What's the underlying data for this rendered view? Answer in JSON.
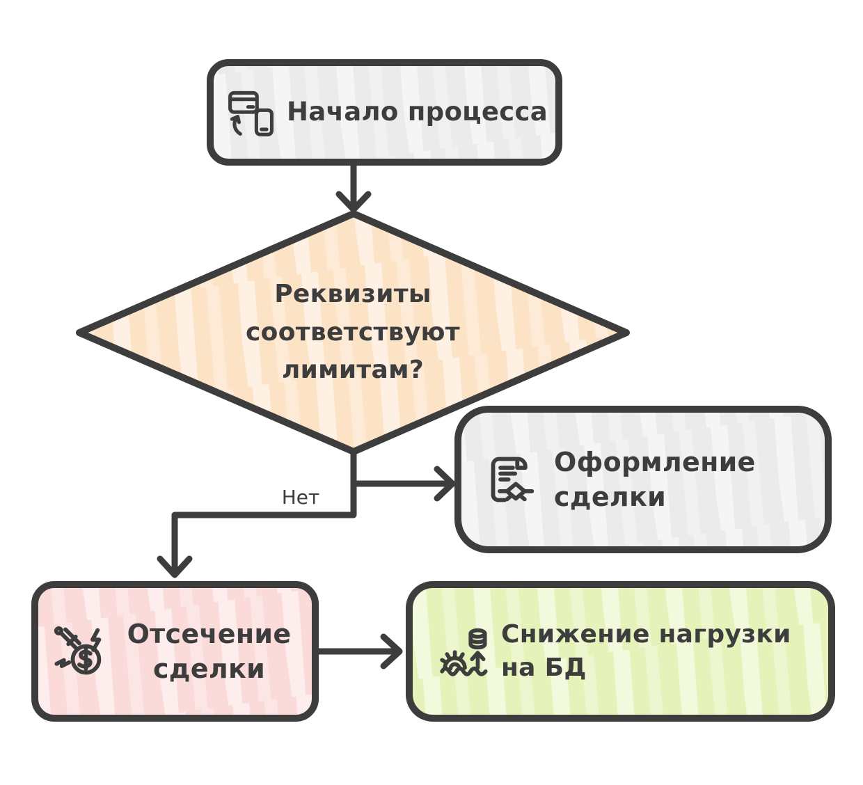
{
  "diagram": {
    "kind": "flowchart",
    "language": "ru",
    "palette": {
      "stroke": "#3d3d3d",
      "text": "#3d3d3d",
      "background": "#ffffff",
      "gray_fill": "#ebebeb",
      "peach_fill": "#fce3c6",
      "pink_fill": "#fbdada",
      "green_fill": "#e5f2ba"
    },
    "nodes": {
      "start": {
        "type": "process",
        "label": "Начало процесса",
        "icon": "card-phone-transfer-icon",
        "fill": "#ebebeb"
      },
      "decision": {
        "type": "decision",
        "label": "Реквизиты соответствуют лимитам?",
        "line1": "Реквизиты",
        "line2": "соответствуют",
        "line3": "лимитам?",
        "fill": "#fce3c6"
      },
      "deal": {
        "type": "process",
        "label": "Оформление сделки",
        "line1": "Оформление",
        "line2": "сделки",
        "icon": "contract-handshake-icon",
        "fill": "#ebebeb"
      },
      "reject": {
        "type": "process",
        "label": "Отсечение сделки",
        "line1": "Отсечение",
        "line2": "сделки",
        "icon": "slashed-payment-icon",
        "fill": "#fbdada"
      },
      "dbload": {
        "type": "process",
        "label": "Снижение нагрузки на БД",
        "line1": "Снижение нагрузки",
        "line2": "на БД",
        "icon": "database-load-gear-icon",
        "fill": "#e5f2ba"
      }
    },
    "edges": {
      "start_to_decision": {
        "from": "start",
        "to": "decision"
      },
      "decision_to_deal": {
        "from": "decision",
        "to": "deal"
      },
      "decision_to_reject": {
        "from": "decision",
        "to": "reject",
        "label": "Нет"
      },
      "reject_to_dbload": {
        "from": "reject",
        "to": "dbload"
      }
    }
  }
}
